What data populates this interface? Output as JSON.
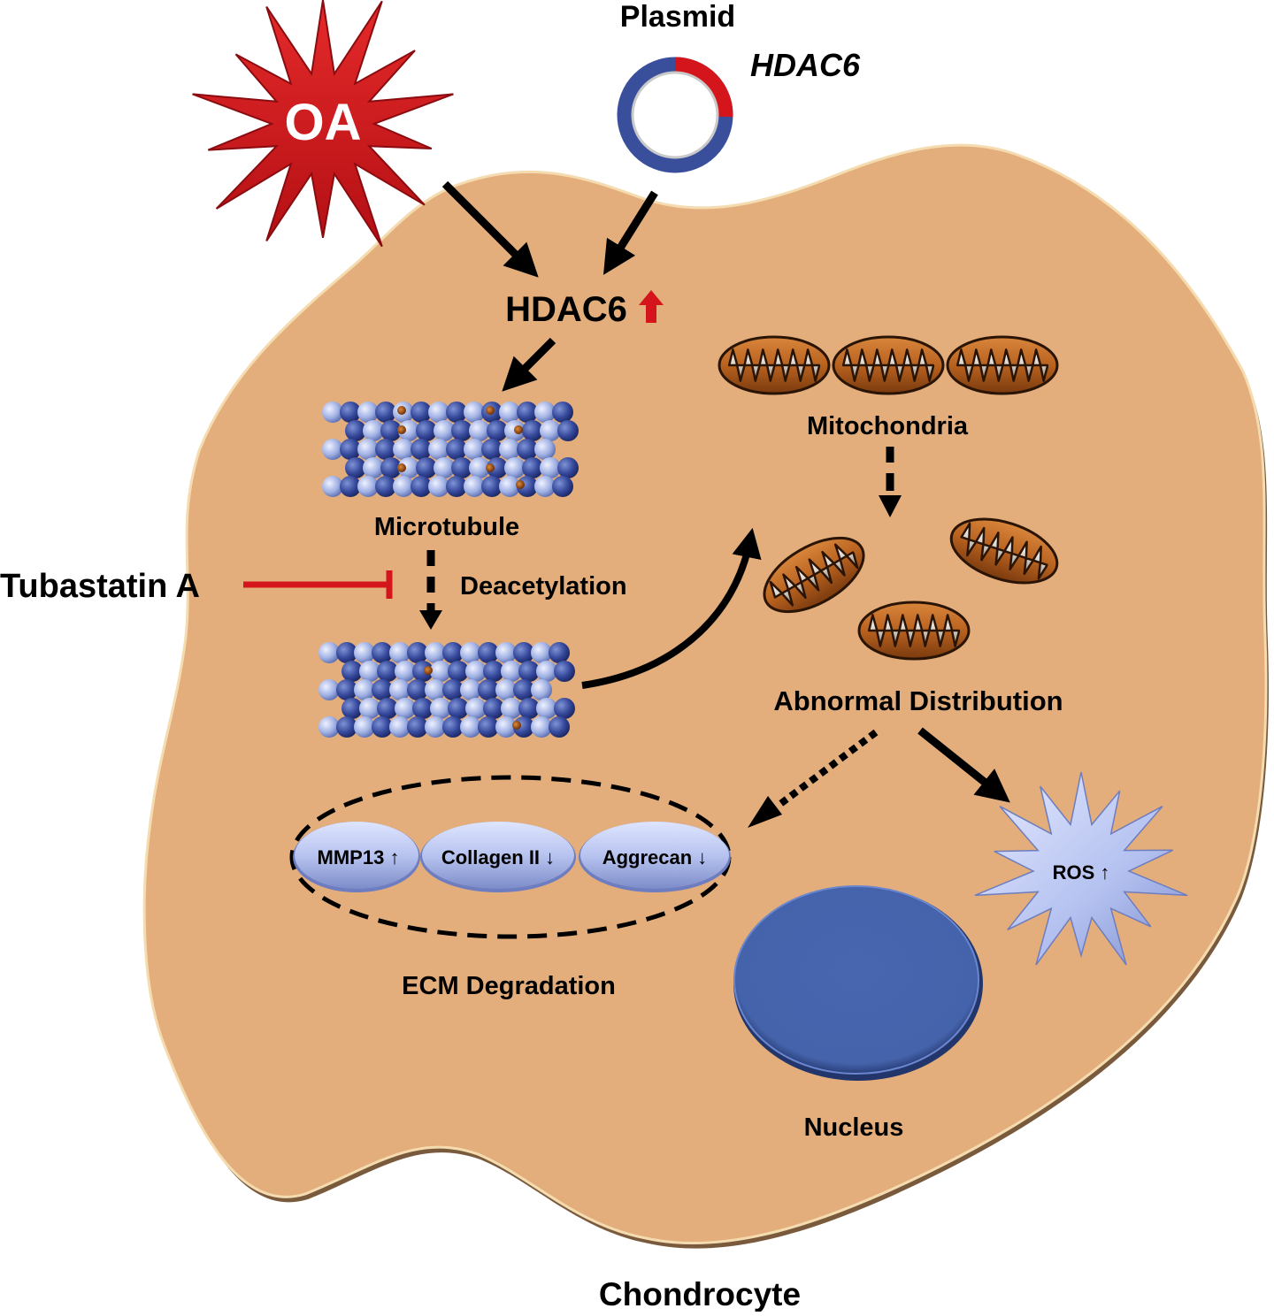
{
  "title": "Chondrocyte",
  "colors": {
    "cell_fill": "#e3ae7c",
    "cell_edge": "#7a5a3c",
    "oa_red": "#d4161c",
    "plasmid_blue": "#3a4f9c",
    "plasmid_red": "#d4161c",
    "inhibitor_red": "#d4161c",
    "nucleus_blue": "#4563ab",
    "protein_lavender": "#b8c4f0",
    "mito_brown": "#b8621f",
    "arrow_black": "#000000"
  },
  "stimuli": {
    "oa": {
      "label": "OA"
    },
    "plasmid": {
      "label": "Plasmid",
      "insert_label": "HDAC6"
    },
    "inhibitor": {
      "label": "Tubastatin A"
    }
  },
  "nodes": {
    "hdac6": {
      "label": "HDAC6",
      "change": "up"
    },
    "microtubule": {
      "label": "Microtubule"
    },
    "deacetylation": {
      "label": "Deacetylation"
    },
    "mitochondria": {
      "label": "Mitochondria"
    },
    "abnormal_distribution": {
      "label": "Abnormal Distribution"
    },
    "ecm_degradation": {
      "label": "ECM Degradation"
    },
    "nucleus": {
      "label": "Nucleus"
    },
    "ros": {
      "label": "ROS ↑"
    }
  },
  "ecm_markers": [
    {
      "label": "MMP13 ↑"
    },
    {
      "label": "Collagen II ↓"
    },
    {
      "label": "Aggrecan ↓"
    }
  ],
  "edges": [
    {
      "from": "OA",
      "to": "HDAC6",
      "style": "solid"
    },
    {
      "from": "Plasmid HDAC6",
      "to": "HDAC6",
      "style": "solid"
    },
    {
      "from": "HDAC6",
      "to": "Microtubule",
      "style": "solid"
    },
    {
      "from": "Microtubule",
      "to": "Deacetylated microtubule",
      "style": "dashed",
      "label": "Deacetylation"
    },
    {
      "from": "Tubastatin A",
      "to": "Deacetylation",
      "style": "inhibition"
    },
    {
      "from": "Deacetylated microtubule",
      "to": "Abnormal Distribution",
      "style": "curved"
    },
    {
      "from": "Mitochondria",
      "to": "Abnormal Distribution",
      "style": "dashed"
    },
    {
      "from": "Abnormal Distribution",
      "to": "ECM Degradation",
      "style": "dotted"
    },
    {
      "from": "Abnormal Distribution",
      "to": "ROS",
      "style": "solid"
    }
  ]
}
